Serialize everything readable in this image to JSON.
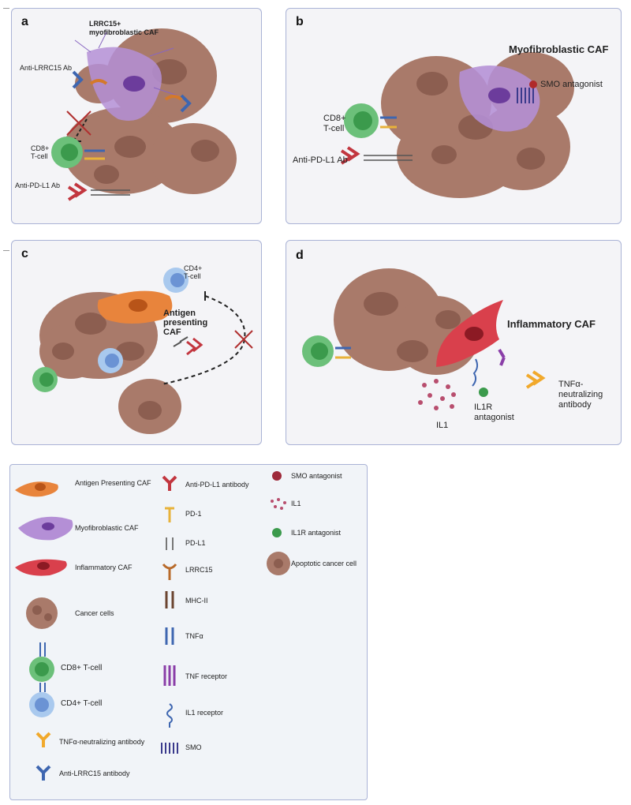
{
  "panel_a": {
    "label": "a",
    "title_line1": "LRRC15+",
    "title_line2": "myofibroblastic CAF",
    "anti_lrrc15": "Anti-LRRC15 Ab",
    "cd8_line1": "CD8+",
    "cd8_line2": "T-cell",
    "anti_pdl1": "Anti-PD-L1 Ab"
  },
  "panel_b": {
    "label": "b",
    "title": "Myofibroblastic CAF",
    "smo": "SMO antagonist",
    "cd8_line1": "CD8+",
    "cd8_line2": "T-cell",
    "anti_pdl1": "Anti-PD-L1 Ab"
  },
  "panel_c": {
    "label": "c",
    "cd4_line1": "CD4+",
    "cd4_line2": "T-cell",
    "apc_line1": "Antigen",
    "apc_line2": "presenting",
    "apc_line3": "CAF"
  },
  "panel_d": {
    "label": "d",
    "title": "Inflammatory CAF",
    "il1": "IL1",
    "il1r_line1": "IL1R",
    "il1r_line2": "antagonist",
    "tnf_line1": "TNFα-",
    "tnf_line2": "neutralizing",
    "tnf_line3": "antibody"
  },
  "legend": {
    "col1": [
      "Antigen Presenting CAF",
      "Myofibroblastic CAF",
      "Inflammatory CAF",
      "Cancer cells",
      "CD8+ T-cell",
      "CD4+ T-cell",
      "TNFα-neutralizing antibody",
      "Anti-LRRC15 antibody"
    ],
    "col2": [
      "Anti-PD-L1 antibody",
      "PD-1",
      "PD-L1",
      "LRRC15",
      "MHC-II",
      "TNFα",
      "TNF receptor",
      "IL1 receptor",
      "SMO"
    ],
    "col3": [
      "SMO antagonist",
      "IL1",
      "IL1R antagonist",
      "Apoptotic cancer cell"
    ]
  },
  "colors": {
    "cancer": "#a97a6a",
    "cancer_dark": "#8c5e50",
    "myo_caf": "#b48fd6",
    "apc_caf": "#e8843c",
    "infl_caf": "#d9404c",
    "cd8": "#6cc07a",
    "cd4": "#a9c9ee",
    "antibody_red": "#c2363f",
    "pd1": "#e8b23a",
    "tnf_ab": "#f1a92c",
    "lrrc15_ab": "#3e66b0",
    "panel_border": "#aab3d6"
  }
}
